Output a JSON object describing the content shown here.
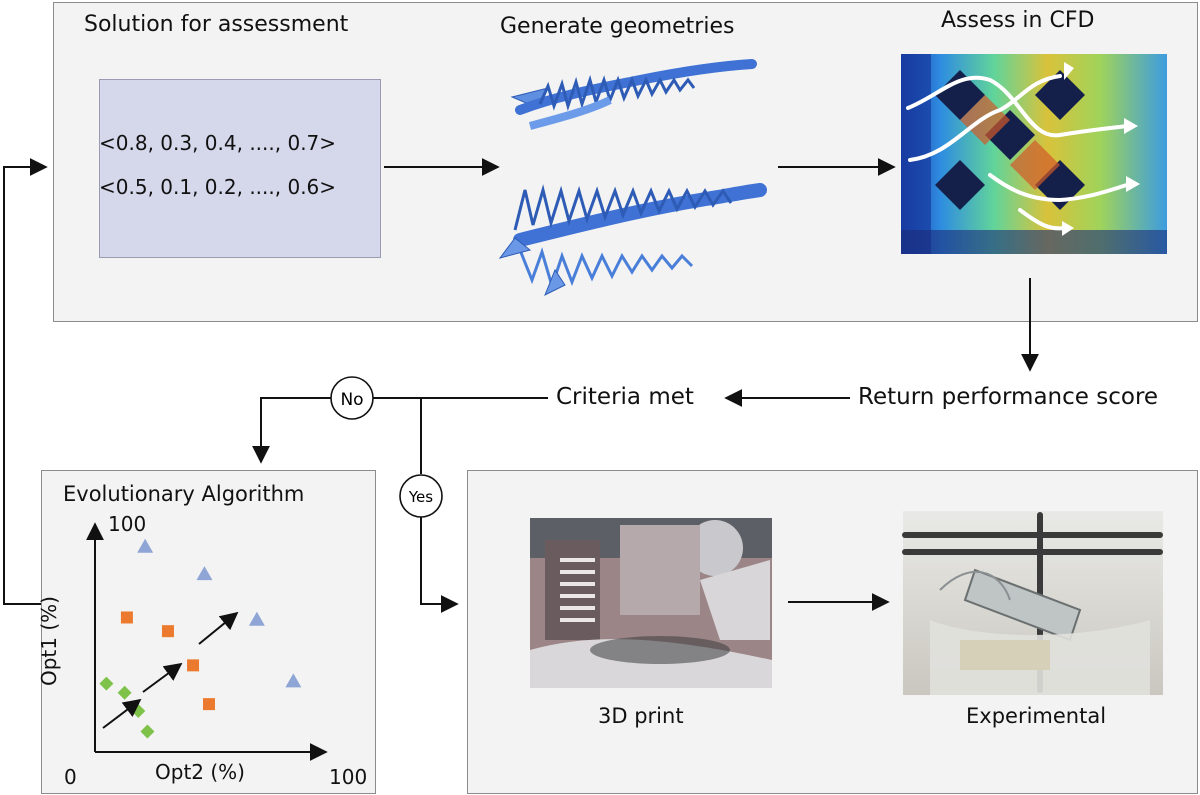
{
  "top_panel": {
    "solution_title": "Solution for assessment",
    "vectors": [
      "<0.8, 0.3, 0.4, ...., 0.7>",
      "<0.5, 0.1, 0.2, ...., 0.6>"
    ],
    "generate_title": "Generate geometries",
    "cfd_title": "Assess in CFD"
  },
  "flow": {
    "return_score": "Return performance score",
    "criteria_met": "Criteria met",
    "no": "No",
    "yes": "Yes"
  },
  "ea_panel": {
    "title": "Evolutionary Algorithm",
    "y_label": "Opt1 (%)",
    "x_label": "Opt2 (%)",
    "y_max": "100",
    "x_max": "100",
    "origin": "0",
    "colors": {
      "triangle": "#8ea5d6",
      "square": "#ec7a2e",
      "diamond": "#7fc24a"
    },
    "points": {
      "triangles": [
        [
          22,
          90
        ],
        [
          48,
          78
        ],
        [
          71,
          58
        ],
        [
          87,
          31
        ]
      ],
      "squares": [
        [
          14,
          59
        ],
        [
          32,
          53
        ],
        [
          43,
          38
        ],
        [
          50,
          21
        ]
      ],
      "diamonds": [
        [
          5,
          30
        ],
        [
          13,
          26
        ],
        [
          19,
          18
        ],
        [
          23,
          9
        ]
      ]
    }
  },
  "bottom_panel": {
    "print_label": "3D print",
    "experimental_label": "Experimental"
  }
}
